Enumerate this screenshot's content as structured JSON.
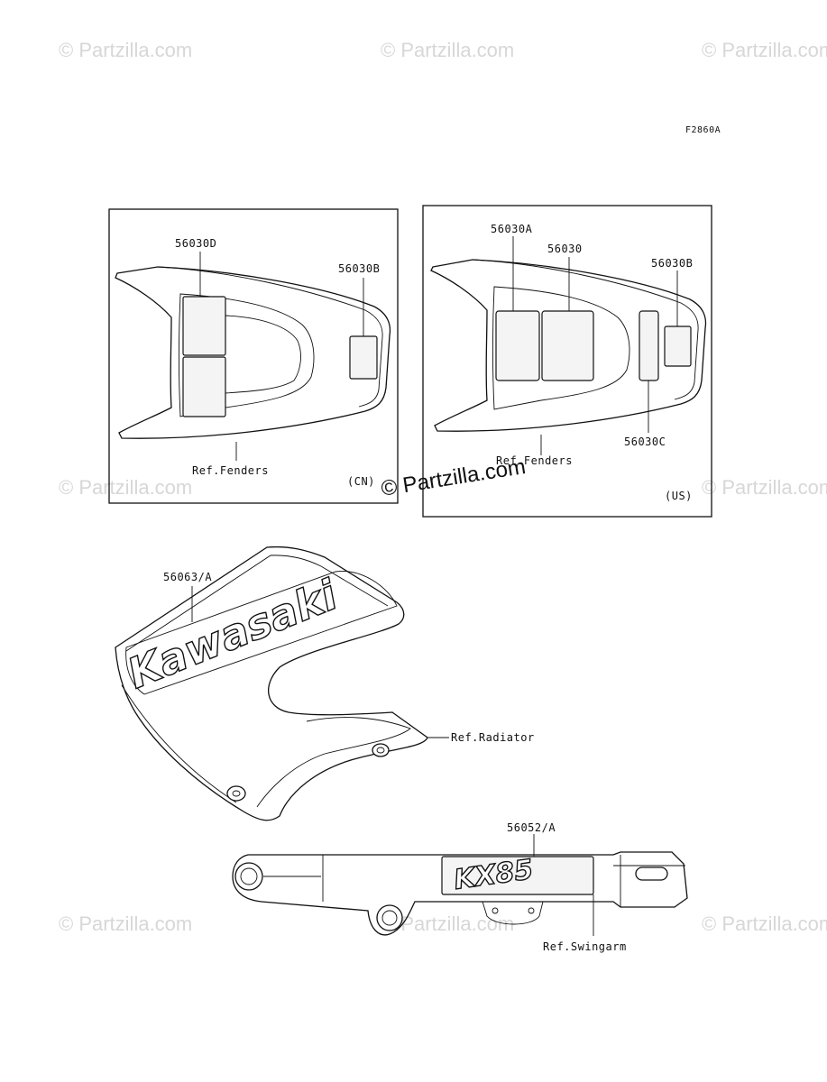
{
  "header": {
    "figure_code": "F2860A"
  },
  "watermark": {
    "text": "© Partzilla.com",
    "center_text": "© Partzilla.com"
  },
  "panel_cn": {
    "parts": {
      "a": "56030D",
      "b": "56030B"
    },
    "ref": "Ref.Fenders",
    "region": "(CN)"
  },
  "panel_us": {
    "parts": {
      "a": "56030A",
      "b": "56030",
      "c": "56030B",
      "d": "56030C"
    },
    "ref": "Ref.Fenders",
    "region": "(US)"
  },
  "shroud": {
    "part": "56063/A",
    "ref": "Ref.Radiator",
    "brand_text": "Kawasaki"
  },
  "swingarm": {
    "part": "56052/A",
    "ref": "Ref.Swingarm",
    "model_text": "KX85"
  }
}
